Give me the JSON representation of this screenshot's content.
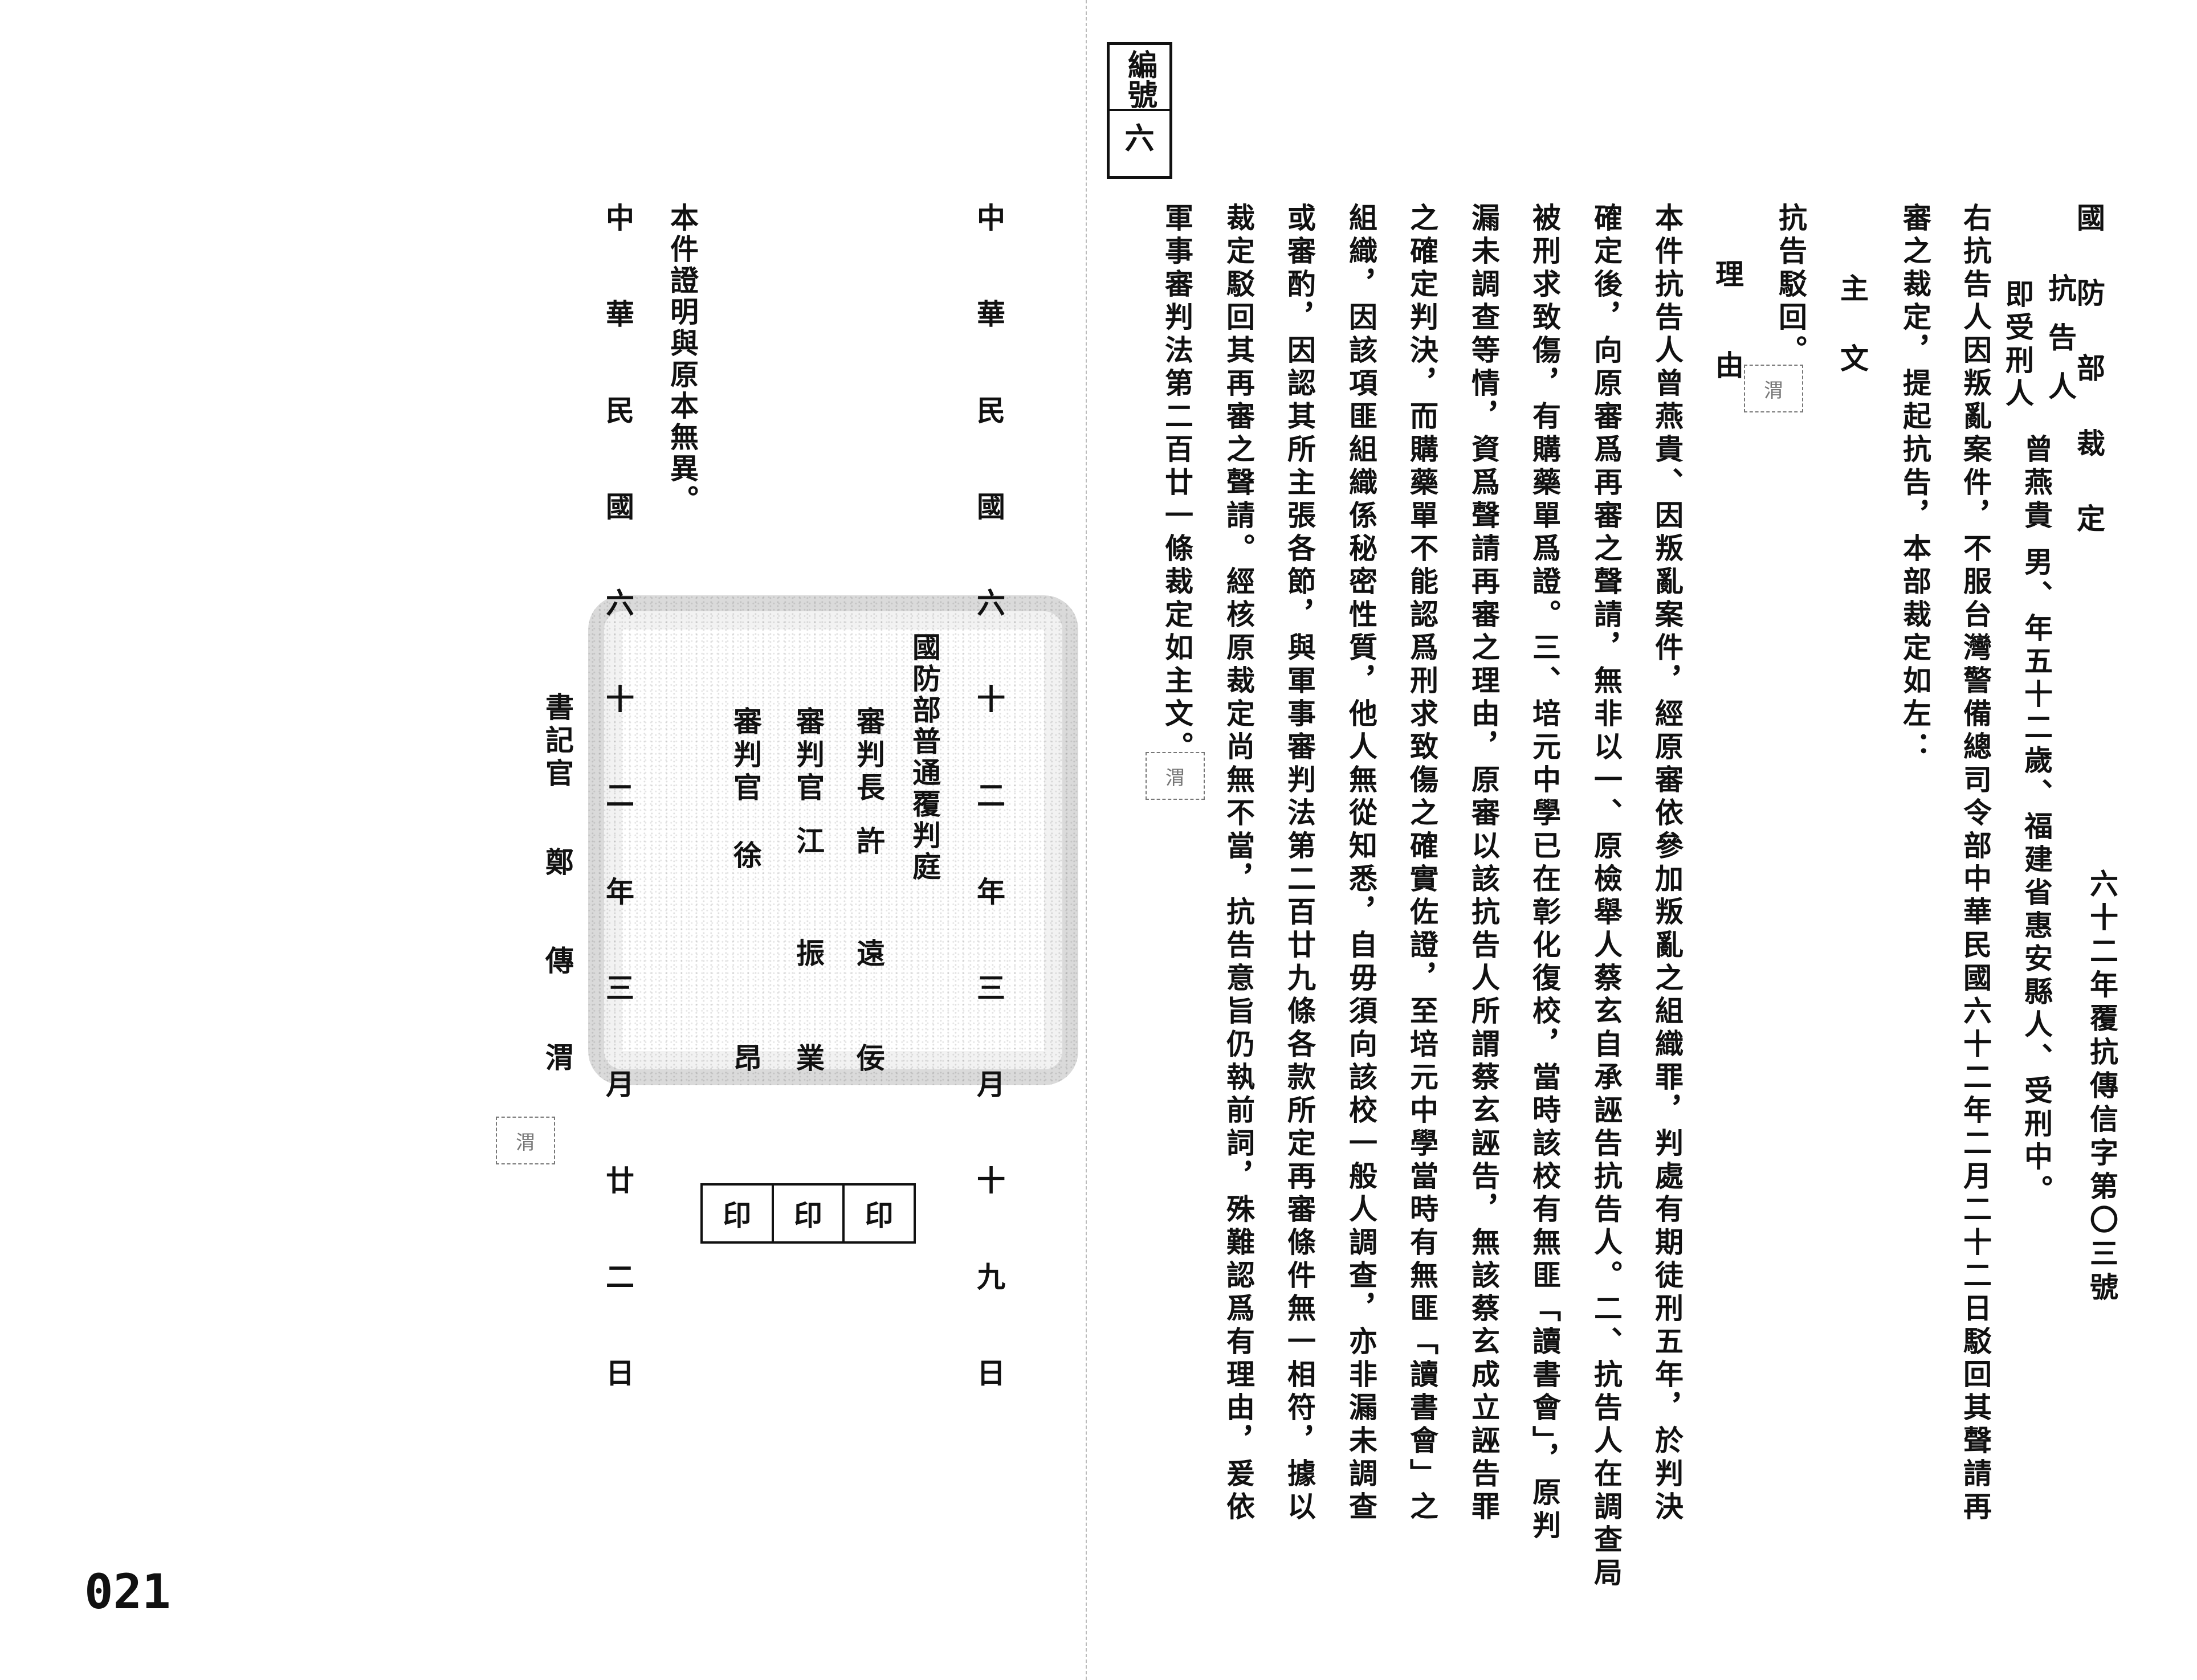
{
  "serial": {
    "label": "編號",
    "number": "六"
  },
  "header": {
    "case_number": "六十二年覆抗傳信字第〇三號",
    "title": "國防部裁定"
  },
  "parties": {
    "appellant_label": "抗告人",
    "convict_label": "即受刑人",
    "name": "曾燕貴",
    "info": "男、年五十二歲、福建省惠安縣人、受刑中。"
  },
  "preamble": [
    "右抗告人因叛亂案件，不服台灣警備總司令部中華民國六十二年二月二十二日駁回其聲請再",
    "審之裁定，提起抗告，本部裁定如左："
  ],
  "main_text": {
    "heading": "主文",
    "text": "抗告駁回。"
  },
  "reasons": {
    "heading": "理由",
    "lines": [
      "本件抗告人曾燕貴、因叛亂案件，經原審依參加叛亂之組織罪，判處有期徒刑五年，於判決",
      "確定後，向原審爲再審之聲請，無非以一、原檢舉人蔡玄自承誣告抗告人。二、抗告人在調查局",
      "被刑求致傷，有購藥單爲證。三、培元中學已在彰化復校，當時該校有無匪「讀書會」，原判",
      "漏未調查等情，資爲聲請再審之理由，原審以該抗告人所謂蔡玄誣告，無該蔡玄成立誣告罪",
      "之確定判決，而購藥單不能認爲刑求致傷之確實佐證，至培元中學當時有無匪「讀書會」之",
      "組織，因該項匪組織係秘密性質，他人無從知悉，自毋須向該校一般人調查，亦非漏未調查",
      "或審酌，因認其所主張各節，與軍事審判法第二百廿九條各款所定再審條件無一相符，據以",
      "裁定駁回其再審之聲請。經核原裁定尚無不當，抗告意旨仍執前詞，殊難認爲有理由，爰依",
      "軍事審判法第二百廿一條裁定如主文。"
    ]
  },
  "ruling_date": "中華民國六十二年三月十九日",
  "court": {
    "name": "國防部普通覆判庭",
    "judges": [
      {
        "title": "審判長",
        "name": [
          "許",
          "遠",
          "佞"
        ]
      },
      {
        "title": "審判官",
        "name": [
          "江",
          "振",
          "業"
        ]
      },
      {
        "title": "審判官",
        "name": [
          "徐",
          "昂"
        ]
      }
    ],
    "seals": [
      "印",
      "印",
      "印"
    ]
  },
  "certification": "本件證明與原本無異。",
  "certification_date": "中華民國六十二年三月廿二日",
  "clerk": {
    "title": "書記官",
    "name": [
      "鄭",
      "傳",
      "渭"
    ]
  },
  "mini_seal_text": "渭",
  "page_number": "021"
}
